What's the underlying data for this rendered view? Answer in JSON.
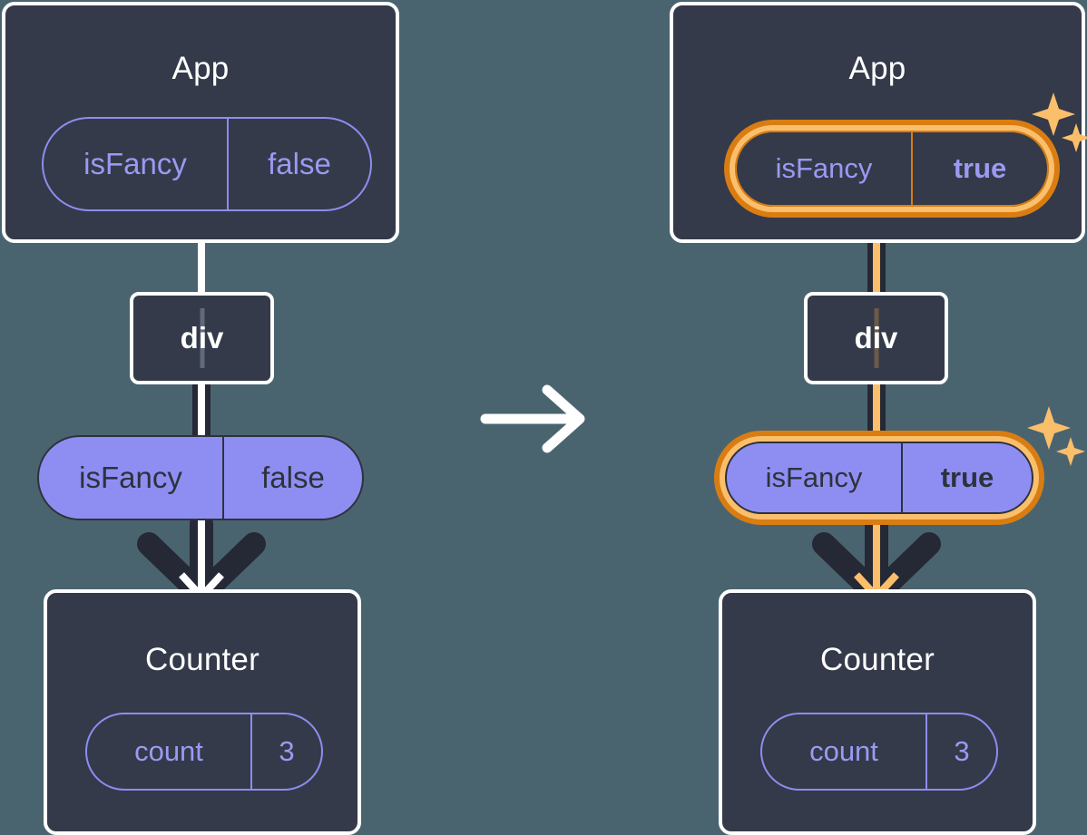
{
  "diagram": {
    "type": "react-state-propagation",
    "background_color": "#4a646f",
    "accent_color": "#d97d12",
    "accent_light_color": "#fbbf6c",
    "pill_fill_color": "#8e8ef2",
    "box_color": "#343a49",
    "transition_icon": "right-arrow-icon"
  },
  "left": {
    "app": {
      "title": "App",
      "state": {
        "name": "isFancy",
        "value": "false",
        "highlighted": false
      }
    },
    "div": {
      "title": "div"
    },
    "prop": {
      "name": "isFancy",
      "value": "false",
      "highlighted": false
    },
    "counter": {
      "title": "Counter",
      "state": {
        "name": "count",
        "value": "3",
        "highlighted": false
      }
    }
  },
  "right": {
    "app": {
      "title": "App",
      "state": {
        "name": "isFancy",
        "value": "true",
        "highlighted": true
      }
    },
    "div": {
      "title": "div"
    },
    "prop": {
      "name": "isFancy",
      "value": "true",
      "highlighted": true
    },
    "counter": {
      "title": "Counter",
      "state": {
        "name": "count",
        "value": "3",
        "highlighted": false
      }
    }
  }
}
